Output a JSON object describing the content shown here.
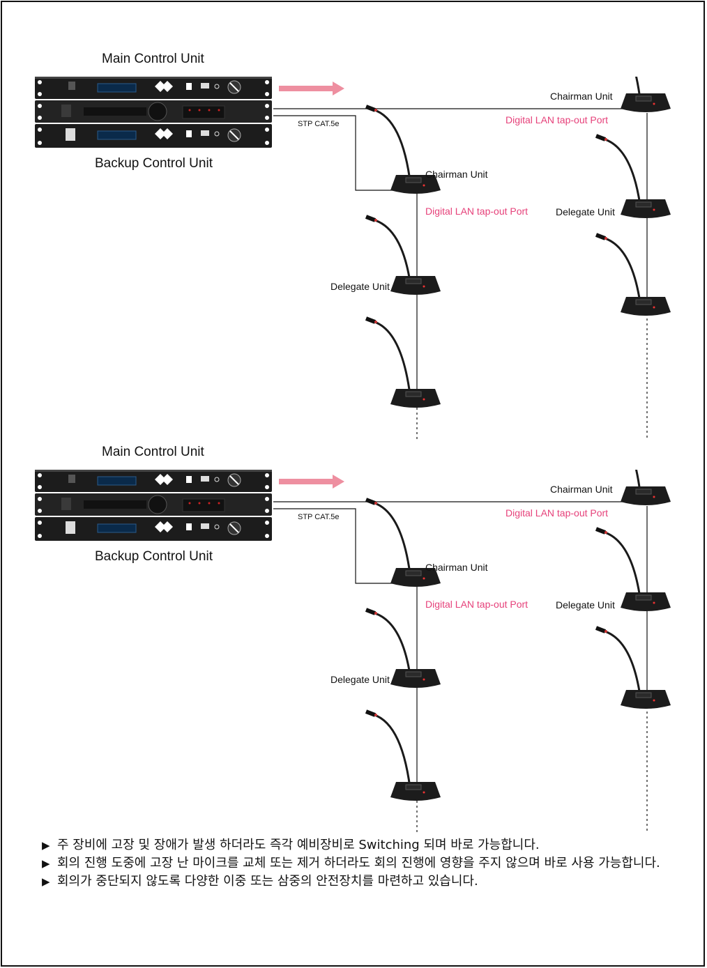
{
  "diagrams": [
    {
      "main_control_unit": "Main Control Unit",
      "backup_control_unit": "Backup Control Unit",
      "cable_label": "STP CAT.5e",
      "top_chairman": "Chairman Unit",
      "top_tapout": "Digital LAN tap-out Port",
      "mid_chairman": "Chairman Unit",
      "mid_tapout": "Digital LAN tap-out Port",
      "right_delegate": "Delegate Unit",
      "left_delegate": "Delegate Unit"
    },
    {
      "main_control_unit": "Main Control Unit",
      "backup_control_unit": "Backup Control Unit",
      "cable_label": "STP CAT.5e",
      "top_chairman": "Chairman Unit",
      "top_tapout": "Digital LAN tap-out Port",
      "mid_chairman": "Chairman Unit",
      "mid_tapout": "Digital LAN tap-out Port",
      "right_delegate": "Delegate Unit",
      "left_delegate": "Delegate Unit"
    }
  ],
  "notes": [
    "주 장비에 고장 및 장애가 발생 하더라도 즉각 예비장비로 Switching 되며 바로 가능합니다.",
    "회의 진행 도중에 고장 난 마이크를 교체 또는 제거 하더라도 회의 진행에 영향을 주지 않으며 바로 사용 가능합니다.",
    "회의가 중단되지 않도록 다양한 이중 또는 삼중의 안전장치를 마련하고 있습니다."
  ],
  "bullet": "▶",
  "colors": {
    "accent_pink": "#e6417a",
    "arrow_pink": "#ee8fa0",
    "device": "#1c1c1c"
  }
}
